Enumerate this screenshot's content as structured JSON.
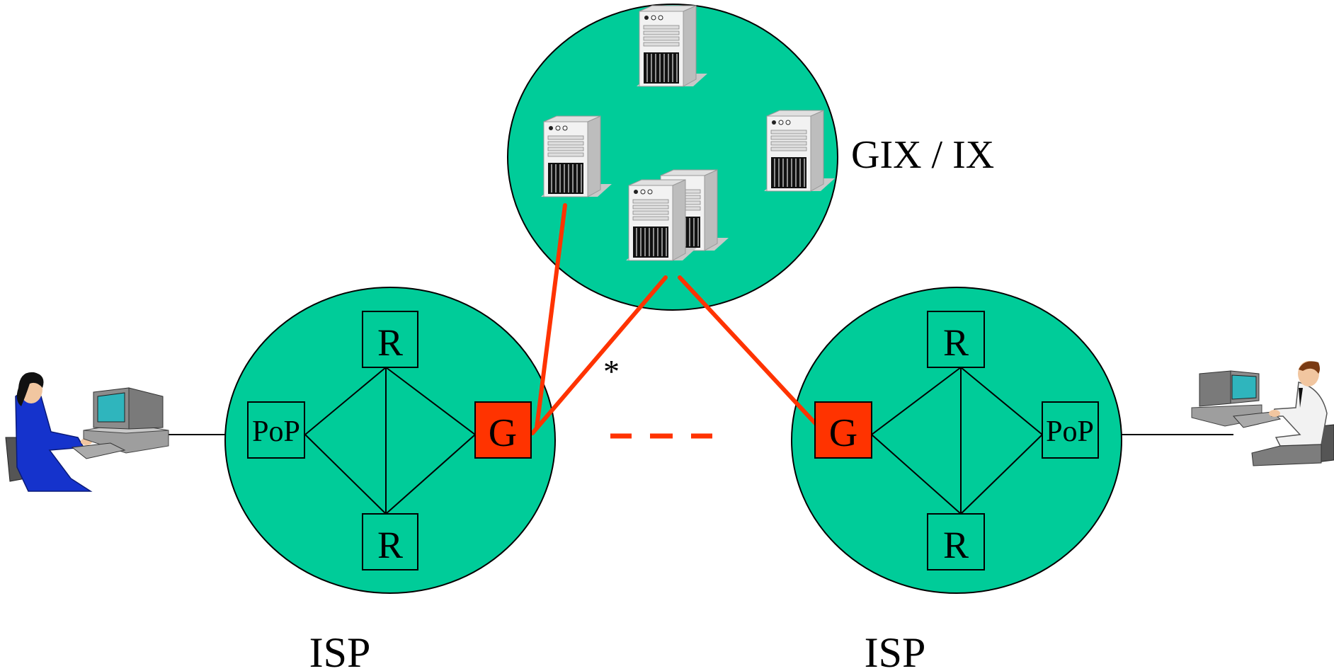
{
  "labels": {
    "exchange": "GIX / IX",
    "isp_left": "ISP",
    "isp_right": "ISP",
    "asterisk": "*"
  },
  "isp_left": {
    "router_top": "R",
    "router_bottom": "R",
    "pop": "PoP",
    "gateway": "G"
  },
  "isp_right": {
    "router_top": "R",
    "router_bottom": "R",
    "pop": "PoP",
    "gateway": "G"
  },
  "colors": {
    "cloud_fill": "#00CC99",
    "gateway_fill": "#FF3300",
    "peering_line": "#FF3300",
    "outline": "#000000"
  },
  "icons": {
    "user_left": "woman-at-computer-icon",
    "user_right": "man-at-computer-icon",
    "servers": [
      "server-tower-icon",
      "server-tower-icon",
      "server-tower-icon",
      "server-pair-icon"
    ]
  }
}
